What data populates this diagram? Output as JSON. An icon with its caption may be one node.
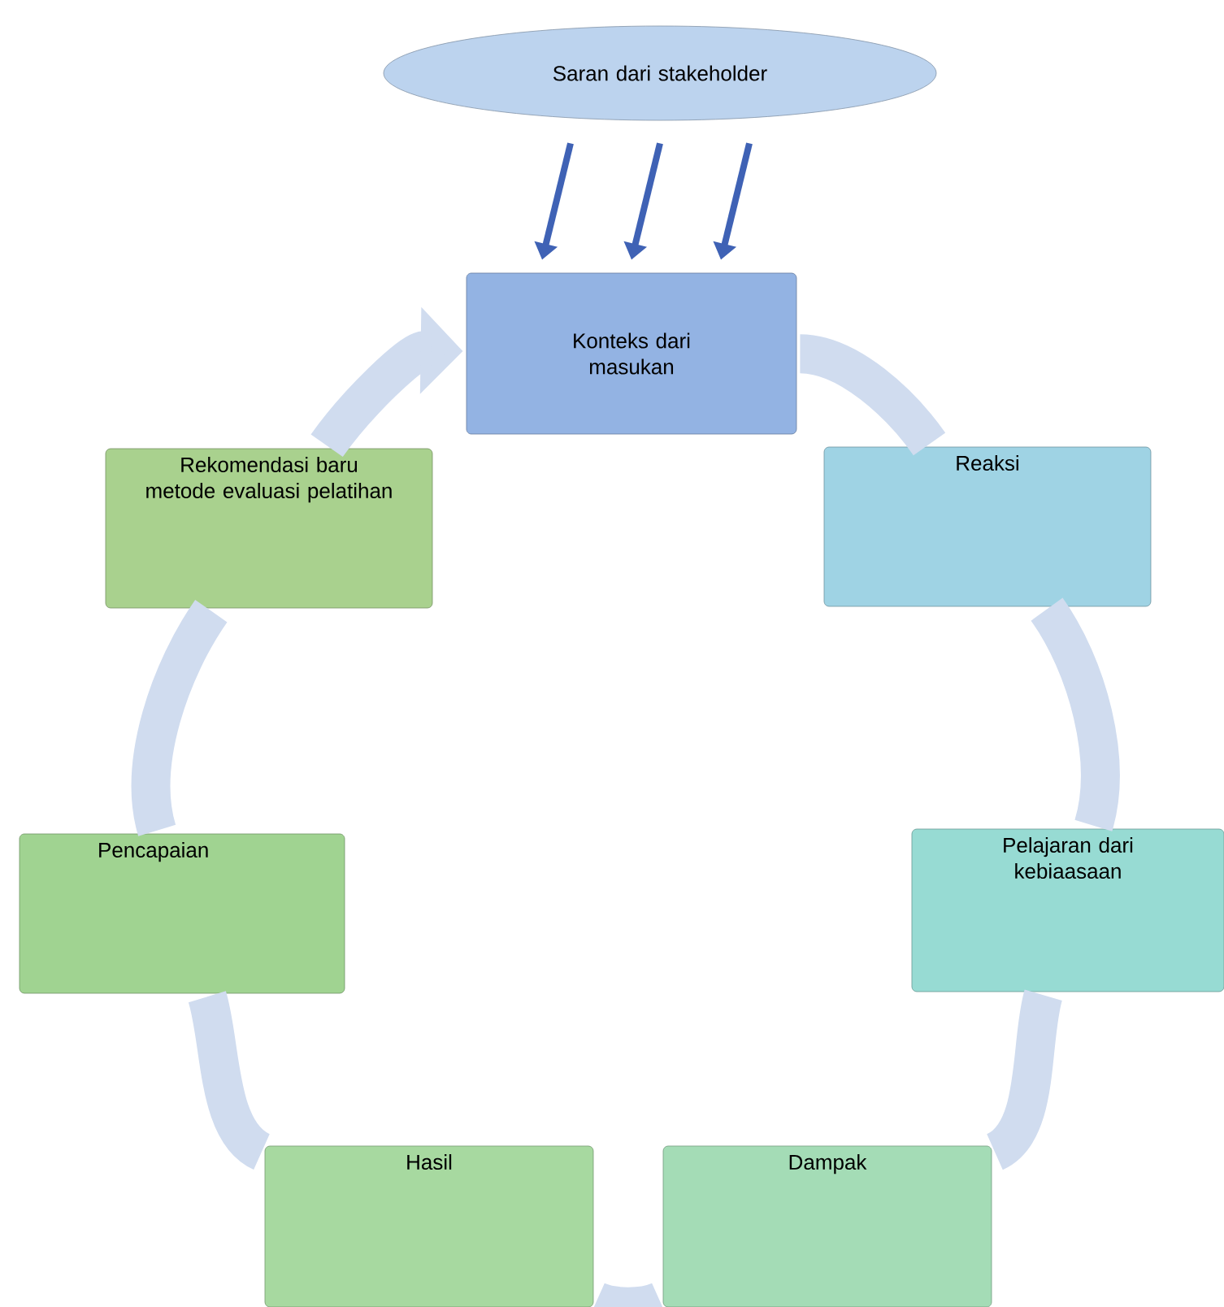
{
  "diagram": {
    "nodes": [
      {
        "text": [
          "Saran dari stakeholder"
        ]
      },
      {
        "text": [
          "Konteks dari masukan"
        ]
      },
      {
        "text": [
          "Reaksi"
        ]
      },
      {
        "text": [
          "Pelajaran dari kebiaasaan"
        ]
      },
      {
        "text": [
          "Dampak"
        ]
      },
      {
        "text": [
          "Hasil"
        ]
      },
      {
        "text": [
          "Pencapaian"
        ]
      },
      {
        "text": [
          "Rekomendasi baru metode evaluasi pelatihan"
        ]
      }
    ],
    "edges": [
      {
        "from": 0,
        "to": 1,
        "arrow": "to",
        "color": "#3f62b5"
      },
      {
        "from": 0,
        "to": 1,
        "arrow": "to",
        "color": "#3f62b5"
      },
      {
        "from": 0,
        "to": 1,
        "arrow": "to",
        "color": "#3f62b5"
      },
      {
        "from": 1,
        "to": 2,
        "arrow": "none"
      },
      {
        "from": 2,
        "to": 3,
        "arrow": "none"
      },
      {
        "from": 3,
        "to": 4,
        "arrow": "none"
      },
      {
        "from": 4,
        "to": 5,
        "arrow": "none"
      },
      {
        "from": 5,
        "to": 6,
        "arrow": "none"
      },
      {
        "from": 6,
        "to": 7,
        "arrow": "none"
      },
      {
        "from": 7,
        "to": 1,
        "arrow": "to"
      }
    ]
  }
}
